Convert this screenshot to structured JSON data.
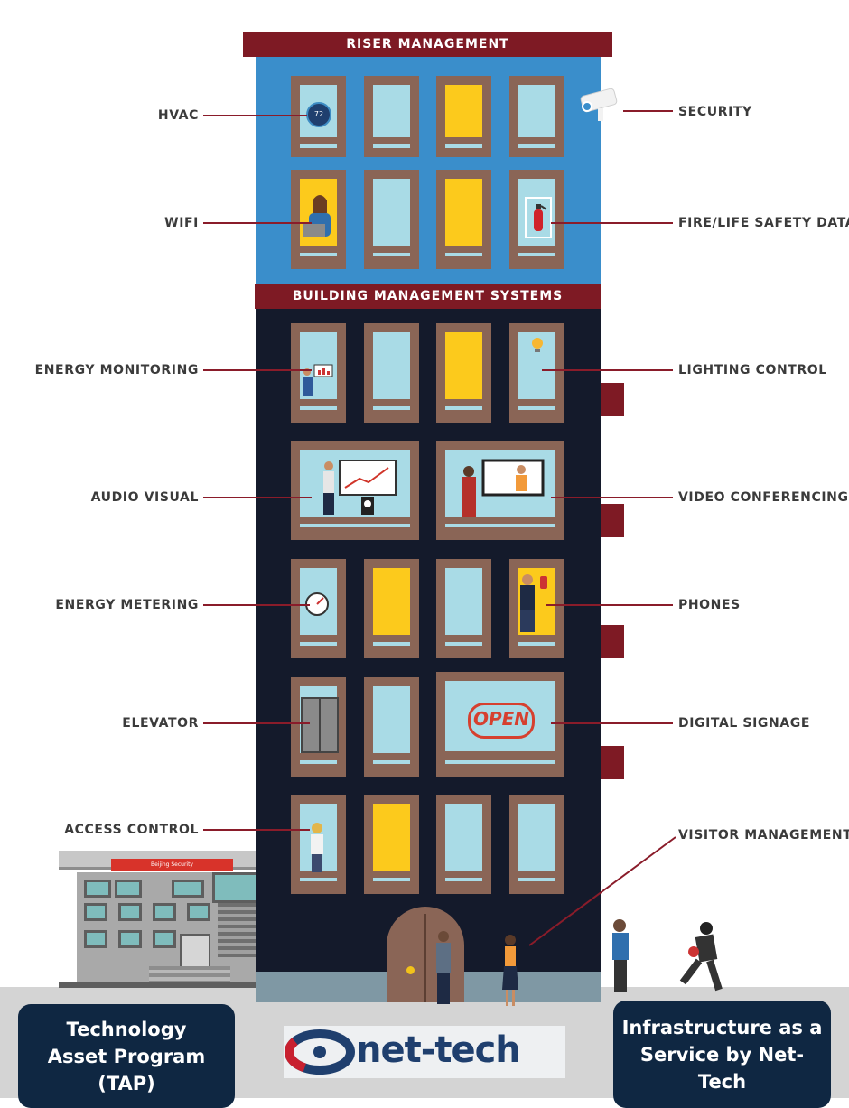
{
  "banners": {
    "riser": "RISER MANAGEMENT",
    "bms": "BUILDING MANAGEMENT SYSTEMS"
  },
  "labels_left": {
    "hvac": "HVAC",
    "wifi": "WIFI",
    "energy_monitoring": "ENERGY MONITORING",
    "audio_visual": "AUDIO VISUAL",
    "energy_metering": "ENERGY METERING",
    "elevator": "ELEVATOR",
    "access_control": "ACCESS CONTROL"
  },
  "labels_right": {
    "security": "SECURITY",
    "fire_life_safety": "FIRE/LIFE SAFETY DATA",
    "lighting_control": "LIGHTING  CONTROL",
    "video_conferencing": "VIDEO CONFERENCING",
    "phones": "PHONES",
    "digital_signage": "DIGITAL SIGNAGE",
    "visitor_management": "VISITOR MANAGEMENT"
  },
  "thermostat": "72",
  "sign": "OPEN",
  "small_building_sign": "Beijing Security",
  "footer": {
    "left_box": "Technology Asset Program (TAP)",
    "right_box": "Infrastructure as a Service by Net-Tech",
    "logo_text": "net-tech"
  },
  "colors": {
    "riser_blue": "#3a8ecb",
    "tower_dark": "#141a2b",
    "banner_red": "#7e1a24",
    "window_frame": "#8a6556",
    "pane_blue": "#a9dbe6",
    "pane_yellow": "#fcca1c",
    "footer_navy": "#0f2742"
  }
}
